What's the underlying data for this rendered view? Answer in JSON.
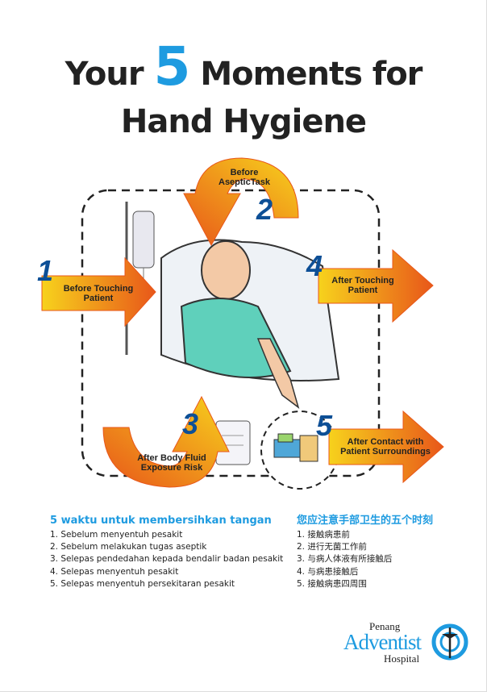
{
  "title": {
    "line1_pre": "Your",
    "number": "5",
    "line1_post": "Moments for",
    "line2": "Hand Hygiene"
  },
  "moments": [
    {
      "number": "1",
      "label": "Before Touching Patient"
    },
    {
      "number": "2",
      "label": "Before AsepticTask"
    },
    {
      "number": "3",
      "label": "After Body Fluid Exposure Risk"
    },
    {
      "number": "4",
      "label": "After Touching Patient"
    },
    {
      "number": "5",
      "label": "After Contact with Patient Surroundings"
    }
  ],
  "malay": {
    "heading": "5 waktu untuk membersihkan tangan",
    "items": [
      "1.  Sebelum menyentuh pesakit",
      "2.  Sebelum melakukan tugas aseptik",
      "3.  Selepas pendedahan kepada bendalir badan pesakit",
      "4.  Selepas menyentuh pesakit",
      "5.  Selepas menyentuh persekitaran pesakit"
    ]
  },
  "chinese": {
    "heading": "您应注意手部卫生的五个时刻",
    "items": [
      "1. 接触病患前",
      "2. 进行无菌工作前",
      "3. 与病人体液有所接触后",
      "4. 与病患接触后",
      "5. 接触病患四周围"
    ]
  },
  "logo": {
    "line1": "Penang",
    "line2": "Adventist",
    "line3": "Hospital"
  },
  "colors": {
    "accent": "#1e9be0",
    "arrow_start": "#f7d21c",
    "arrow_end": "#e8571a",
    "number": "#0d4f96"
  }
}
